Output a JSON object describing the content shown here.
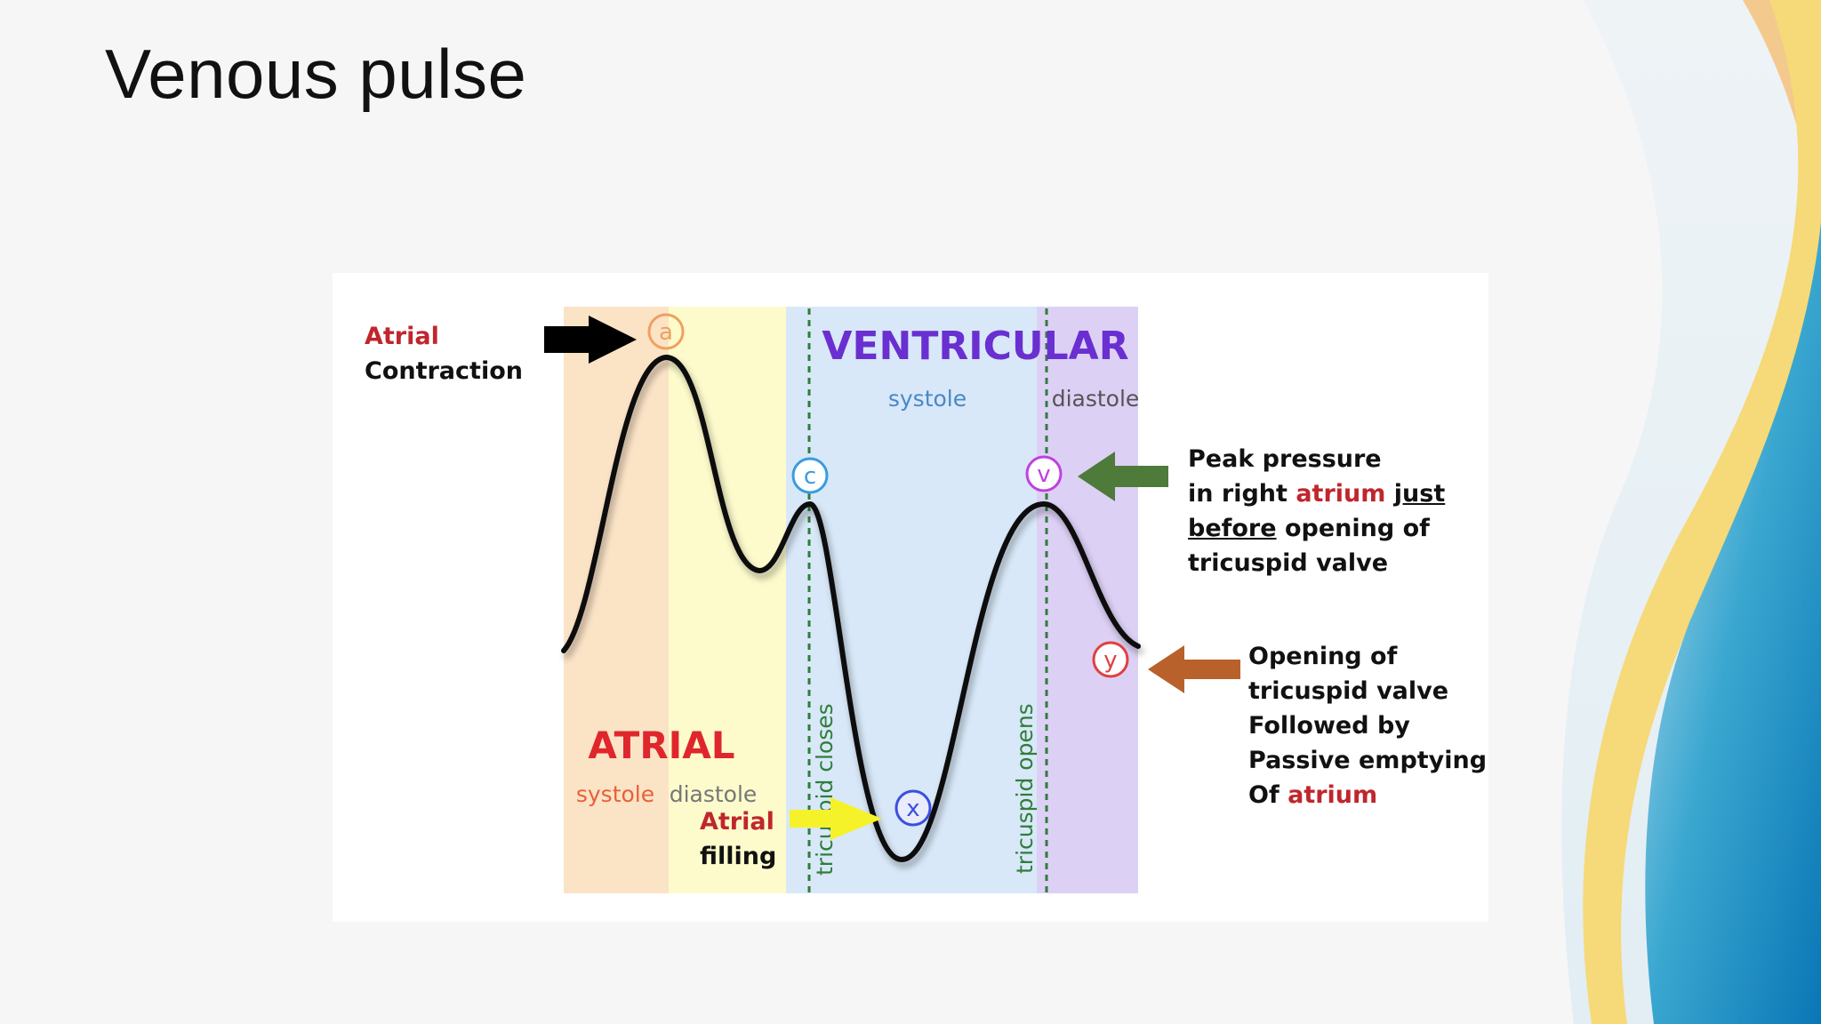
{
  "slide": {
    "title": "Venous pulse"
  },
  "diagram": {
    "phase_labels": {
      "atrial": "ATRIAL",
      "atrial_systole": "systole",
      "atrial_diastole": "diastole",
      "ventricular": "VENTRICULAR",
      "ventricular_systole": "systole",
      "ventricular_diastole": "diastole"
    },
    "valve_labels": {
      "closes": "tricuspid closes",
      "opens": "tricuspid opens"
    },
    "wave_markers": {
      "a": "a",
      "c": "c",
      "v": "v",
      "x": "x",
      "y": "y"
    },
    "callouts": {
      "atrial_contraction": {
        "word1": "Atrial",
        "word2": "Contraction"
      },
      "atrial_filling": {
        "word1": "Atrial",
        "word2": "filling"
      },
      "peak_pressure": {
        "l1": "Peak pressure",
        "l2a": "in right",
        "l2b": "atrium",
        "l2c": "just",
        "l3a": "before",
        "l3b": "opening of",
        "l4": "tricuspid valve"
      },
      "opening": {
        "l1": "Opening of",
        "l2": "tricuspid valve",
        "l3": "Followed by",
        "l4": "Passive emptying",
        "l5a": "Of",
        "l5b": "atrium"
      }
    },
    "colors": {
      "atrial_systole_bg": "#fbe3c6",
      "atrial_diastole_bg": "#fdfbcc",
      "ventricular_systole_bg": "#d8e8f8",
      "ventricular_diastole_bg": "#ddd0f5",
      "ventricular_text": "#6a2fd0",
      "atrial_text": "#e0262d",
      "dotted_line": "#2f7d3a",
      "arrow_black": "#000000",
      "arrow_green": "#4e7a3a",
      "arrow_brown": "#b8612a",
      "arrow_yellow": "#f5f22a"
    }
  }
}
